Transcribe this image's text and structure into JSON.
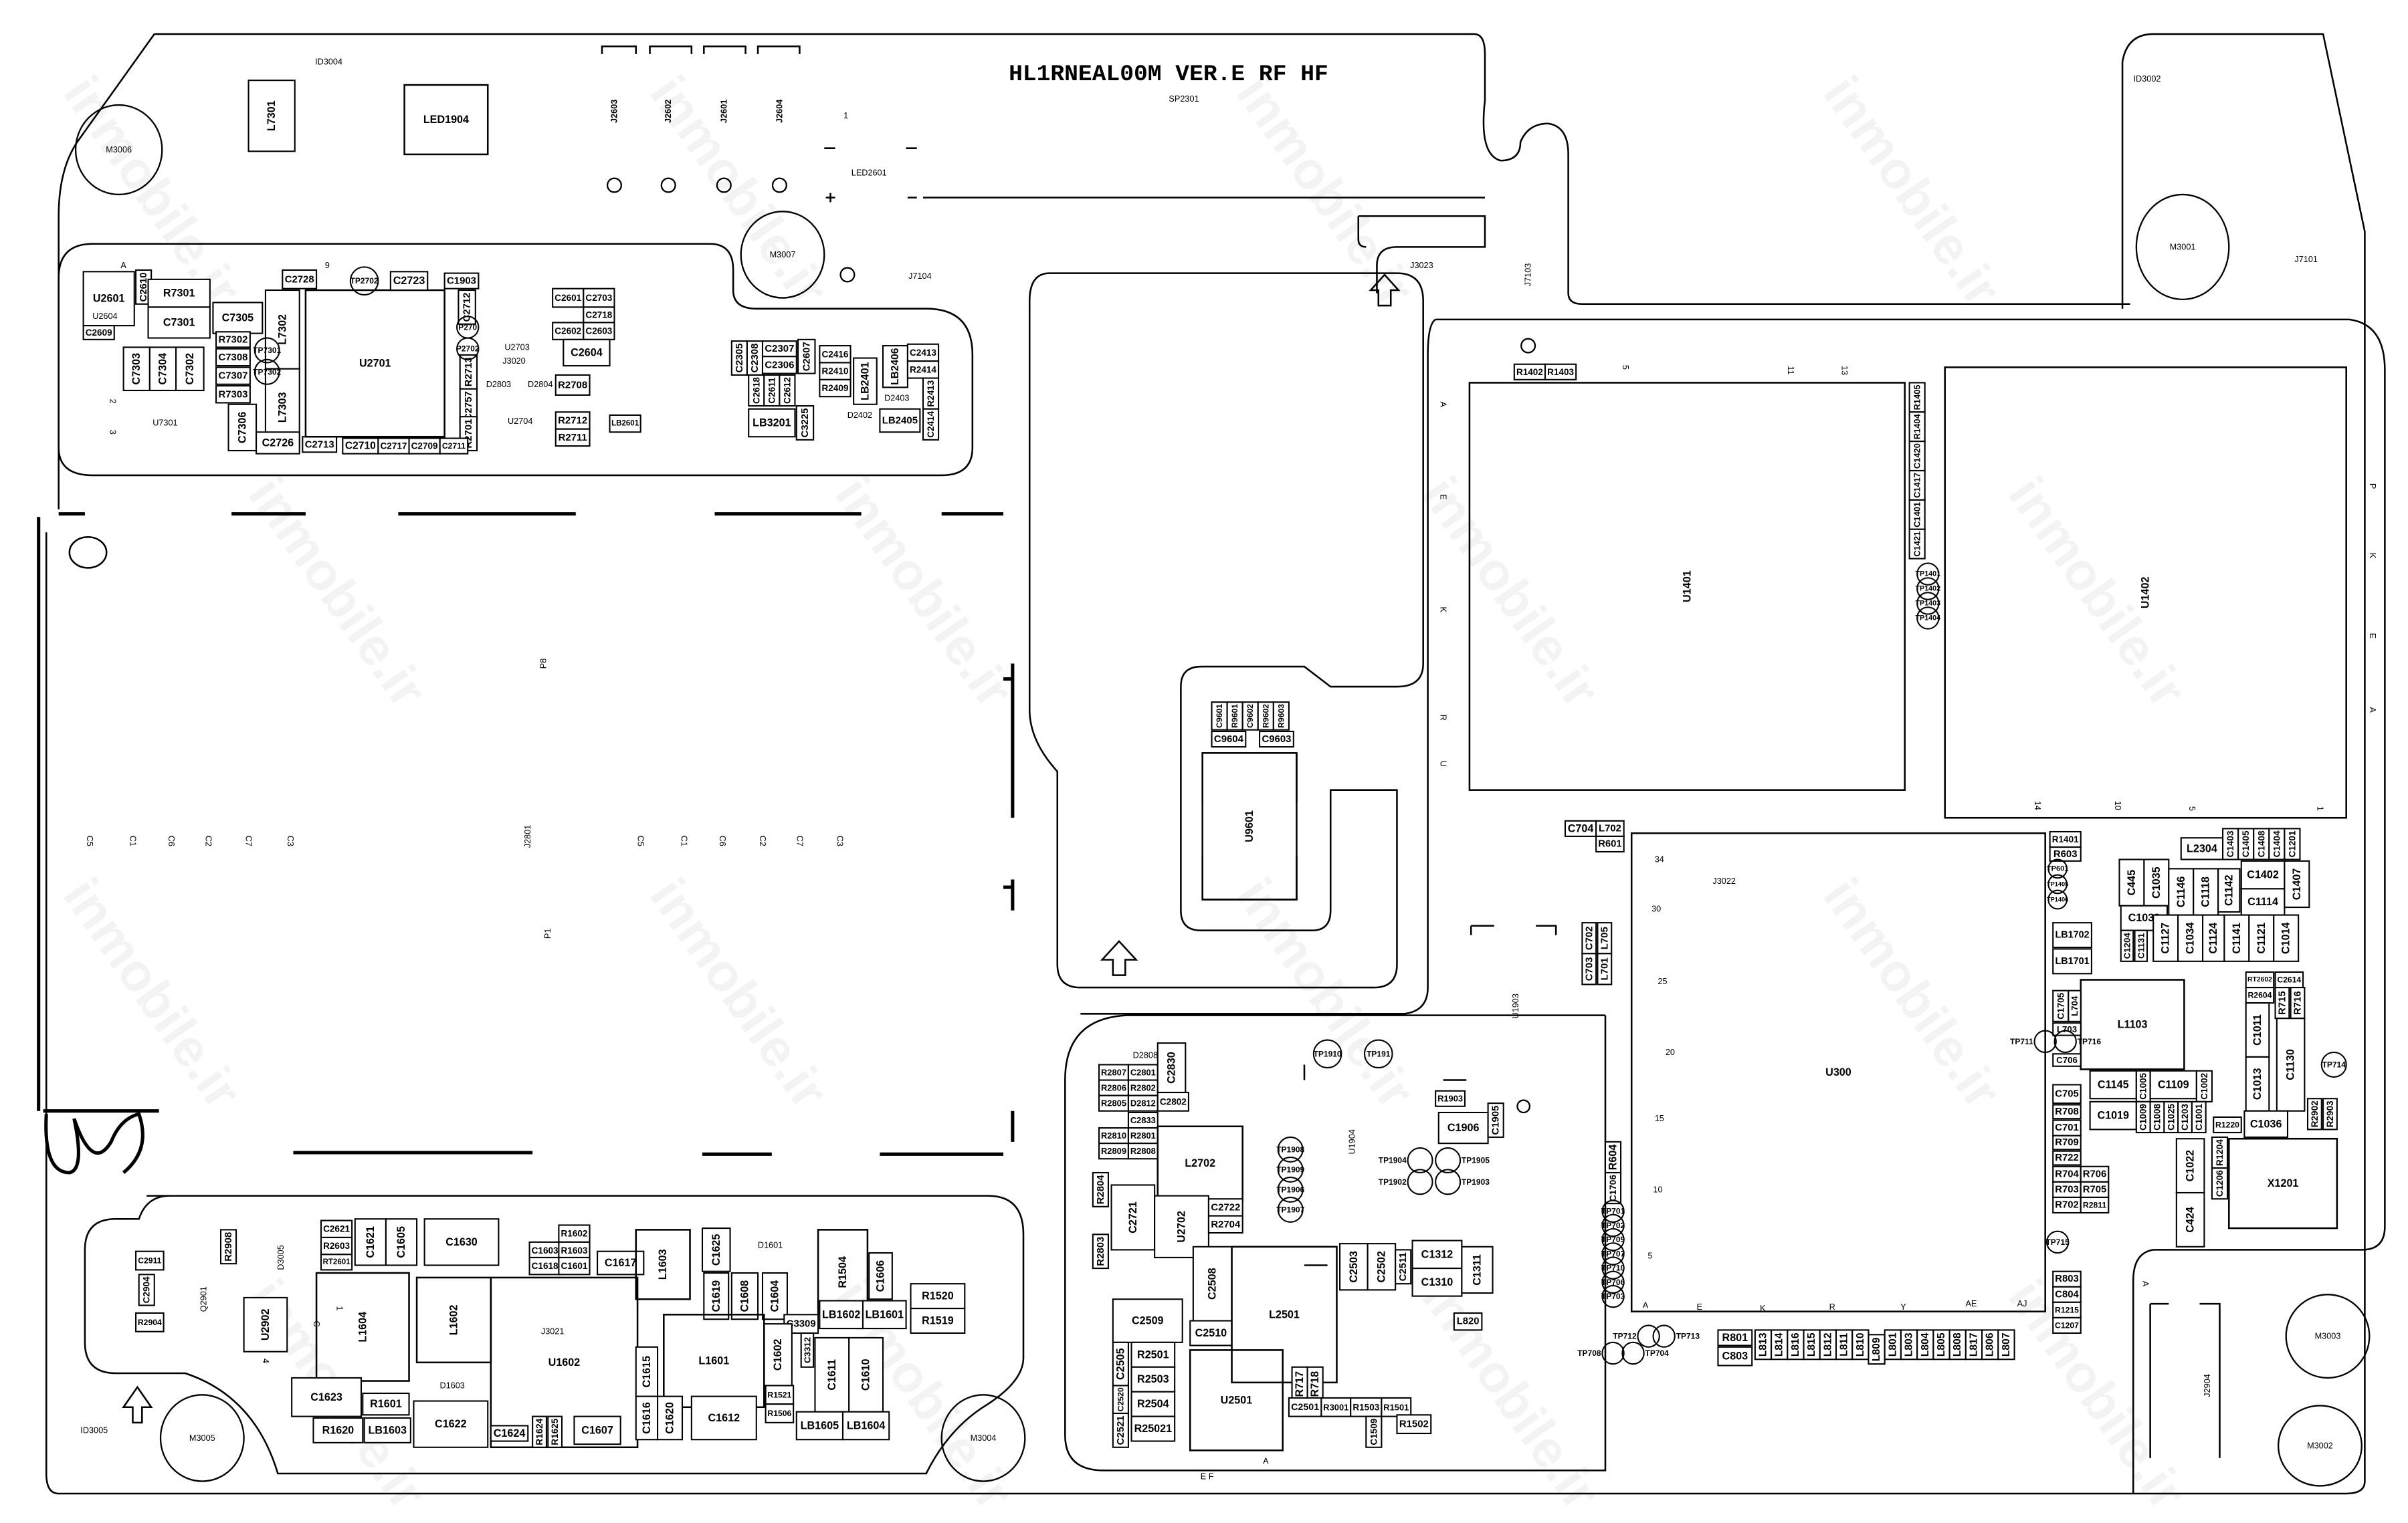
{
  "title": "HL1RNEAL00M VER.E RF HF",
  "watermark": "inmobile.ir",
  "components": [
    "U2601",
    "C2610",
    "R7301",
    "C7301",
    "C2609",
    "C7305",
    "L7302",
    "R7302",
    "C7308",
    "C7307",
    "R7303",
    "C7303",
    "C7304",
    "C7302",
    "L7303",
    "C7306",
    "C2726",
    "C2713",
    "U2701",
    "C2728",
    "C2723",
    "C1903",
    "C2712",
    "R2713",
    "C2757",
    "R2701",
    "C2710",
    "C2717",
    "C2709",
    "C2711",
    "R2708",
    "R2712",
    "R2711",
    "LB2601",
    "C2601",
    "C2703",
    "C2718",
    "C2602",
    "C2603",
    "C2604",
    "C2305",
    "C2308",
    "C2307",
    "C2306",
    "C2607",
    "C2618",
    "C2611",
    "C2612",
    "LB3201",
    "C3225",
    "C2416",
    "R2410",
    "R2409",
    "LB2401",
    "LB2406",
    "C2413",
    "R2414",
    "R2413",
    "LB2405",
    "C2414",
    "L7301",
    "LED1904",
    "R1402",
    "R1403",
    "R1405",
    "R1404",
    "C1420",
    "C1417",
    "C1401",
    "C1421",
    "U1401",
    "U1402",
    "C9601",
    "R9601",
    "C9602",
    "R9602",
    "R9603",
    "C9604",
    "C9603",
    "U9601",
    "C704",
    "L702",
    "R601",
    "C702",
    "L705",
    "C703",
    "L701",
    "U300",
    "R604",
    "C1706",
    "R801",
    "C803",
    "L813",
    "L814",
    "L816",
    "L815",
    "L812",
    "L811",
    "L810",
    "L809",
    "L801",
    "L803",
    "L804",
    "L805",
    "L808",
    "L817",
    "L806",
    "L807",
    "R1401",
    "R603",
    "LB1702",
    "LB1701",
    "C445",
    "C1035",
    "C1146",
    "C1118",
    "C1142",
    "C1402",
    "C1114",
    "C1407",
    "L2304",
    "C1403",
    "C1405",
    "C1408",
    "C1404",
    "C1201",
    "C1033",
    "C1204",
    "C1131",
    "C1127",
    "C1034",
    "C1124",
    "C1141",
    "C1121",
    "C1014",
    "L1103",
    "C1705",
    "L704",
    "L703",
    "C706",
    "RT2602",
    "C2614",
    "R2604",
    "R715",
    "R716",
    "C1011",
    "C1013",
    "C1130",
    "C705",
    "R708",
    "C701",
    "R709",
    "R722",
    "R704",
    "R703",
    "R702",
    "R706",
    "R705",
    "R2811",
    "C1145",
    "C1005",
    "C1109",
    "C1002",
    "C1019",
    "C1009",
    "C1008",
    "C1025",
    "C1203",
    "C1001",
    "R1220",
    "C1036",
    "R2902",
    "R2903",
    "C1022",
    "C424",
    "R1204",
    "C1206",
    "X1201",
    "R803",
    "C804",
    "R1215",
    "C1207",
    "R2807",
    "C2801",
    "R2806",
    "R2802",
    "R2805",
    "D2812",
    "C2802",
    "C2830",
    "C2833",
    "R2810",
    "R2801",
    "R2809",
    "R2808",
    "L2702",
    "R2804",
    "R2803",
    "C2721",
    "U2702",
    "C2722",
    "R2704",
    "C2508",
    "C2510",
    "L2501",
    "C2509",
    "C2505",
    "C2520",
    "C2521",
    "R2501",
    "R2503",
    "R2504",
    "R25021",
    "U2501",
    "R717",
    "R718",
    "C2501",
    "R3001",
    "R1503",
    "R1501",
    "C1509",
    "R1502",
    "R1903",
    "C1906",
    "C1905",
    "C2503",
    "C2502",
    "C2511",
    "C1312",
    "C1310",
    "C1311",
    "L820",
    "R2908",
    "C2911",
    "C2904",
    "R2904",
    "C2621",
    "R2603",
    "RT2601",
    "C1621",
    "C1605",
    "C1630",
    "U2902",
    "L1604",
    "L1602",
    "U1602",
    "C1623",
    "R1601",
    "R1620",
    "LB1603",
    "C1622",
    "C1624",
    "R1624",
    "R1625",
    "C1607",
    "R1602",
    "C1603",
    "R1603",
    "C1618",
    "C1601",
    "C1617",
    "L1603",
    "C1625",
    "C1619",
    "C1608",
    "C1604",
    "R1504",
    "C1606",
    "R1520",
    "R1519",
    "LB1602",
    "LB1601",
    "C3309",
    "C3312",
    "C1602",
    "C1611",
    "C1610",
    "R1521",
    "R1506",
    "LB1605",
    "LB1604",
    "L1601",
    "C1615",
    "C1616",
    "C1620",
    "C1612"
  ],
  "mounting_holes": [
    "M3006",
    "M3007",
    "M3001",
    "M3005",
    "M3004",
    "M3003",
    "M3002"
  ],
  "test_points": [
    "TP7301",
    "TP7302",
    "TP2702",
    "P270",
    "P2702",
    "TP1910",
    "TP191",
    "TP1908",
    "TP1909",
    "TP1906",
    "TP1907",
    "TP1904",
    "TP1905",
    "TP1902",
    "TP1903",
    "TP701",
    "TP702",
    "TP709",
    "TP707",
    "TP710",
    "TP706",
    "TP703",
    "TP708",
    "TP704",
    "TP712",
    "TP713",
    "TP601",
    "TP1405",
    "TP1406",
    "TP711",
    "TP716",
    "TP714",
    "TP715",
    "TP1401",
    "TP1402",
    "TP1403",
    "TP1404"
  ],
  "labels": [
    "ID3004",
    "ID3002",
    "ID3005",
    "SP2301",
    "LED2601",
    "J7104",
    "J7101",
    "J7103",
    "J3023",
    "J3020",
    "U2703",
    "U2704",
    "U7301",
    "U2604",
    "P8",
    "J2801",
    "P1",
    "J3022",
    "J3021",
    "D1601",
    "D3005",
    "Q2901",
    "U1904",
    "U1903",
    "D2808",
    "D2803",
    "D2804",
    "D2403",
    "D2402",
    "D1603",
    "J2603",
    "J2602",
    "J2601",
    "J2604",
    "J2904"
  ],
  "pin_marks": [
    "1",
    "34",
    "30",
    "25",
    "20",
    "15",
    "10",
    "5",
    "A",
    "E",
    "K",
    "R",
    "Y",
    "AE",
    "AJ",
    "5",
    "11",
    "13",
    "14",
    "10",
    "5",
    "1",
    "P",
    "K",
    "E",
    "A",
    "A",
    "E",
    "K",
    "R",
    "U",
    "C5",
    "C1",
    "C6",
    "C2",
    "C7",
    "C3",
    "C5",
    "C1",
    "C6",
    "C2",
    "C7",
    "C3",
    "9",
    "A",
    "2",
    "3",
    "4",
    "1",
    "C",
    "A",
    "E F",
    "A",
    "1"
  ]
}
